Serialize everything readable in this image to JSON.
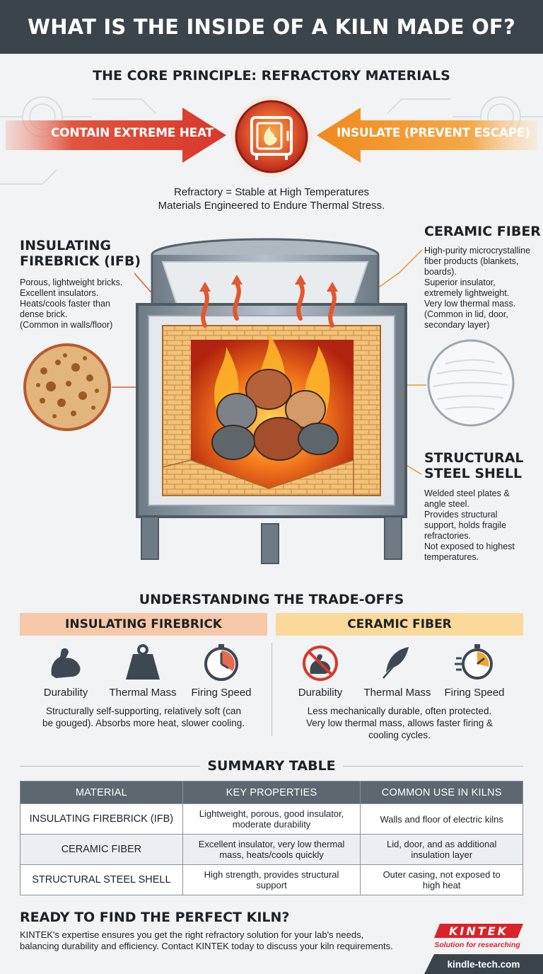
{
  "header": {
    "title": "WHAT IS THE INSIDE OF A KILN MADE OF?"
  },
  "principle": {
    "title": "THE CORE PRINCIPLE: REFRACTORY MATERIALS",
    "left_arrow": "CONTAIN EXTREME HEAT",
    "right_arrow": "INSULATE (PREVENT ESCAPE)",
    "line1": "Refractory = Stable at High Temperatures",
    "line2": "Materials Engineered to Endure Thermal Stress."
  },
  "callouts": {
    "ifb": {
      "title1": "INSULATING",
      "title2": "FIREBRICK (IFB)",
      "lines": [
        "Porous, lightweight bricks.",
        "Excellent insulators.",
        "Heats/cools faster than",
        "dense brick.",
        "(Common in walls/floor)"
      ]
    },
    "fiber": {
      "title": "CERAMIC FIBER",
      "lines": [
        "High-purity microcrystalline",
        "fiber products (blankets,",
        "boards).",
        "Superior insulator,",
        "extremely lightweight.",
        "Very low thermal mass.",
        "(Common in lid, door,",
        "secondary layer)"
      ]
    },
    "steel": {
      "title1": "STRUCTURAL",
      "title2": "STEEL SHELL",
      "lines": [
        "Welded steel plates &",
        "angle steel.",
        "Provides structural",
        "support, holds fragile",
        "refractories.",
        "Not exposed to highest",
        "temperatures."
      ]
    }
  },
  "tradeoffs": {
    "title": "UNDERSTANDING THE TRADE-OFFS",
    "ifb": {
      "heading": "INSULATING FIREBRICK",
      "labels": [
        "Durability",
        "Thermal Mass",
        "Firing Speed"
      ],
      "desc1": "Structurally self-supporting, relatively soft (can",
      "desc2": "be gouged). Absorbs more heat, slower cooling."
    },
    "fiber": {
      "heading": "CERAMIC FIBER",
      "labels": [
        "Durability",
        "Thermal Mass",
        "Firing Speed"
      ],
      "desc1": "Less mechanically durable, often protected.",
      "desc2": "Very low thermal mass, allows faster firing &",
      "desc3": "cooling cycles."
    }
  },
  "summary": {
    "title": "SUMMARY TABLE",
    "headers": [
      "MATERIAL",
      "KEY PROPERTIES",
      "COMMON USE IN KILNS"
    ],
    "rows": [
      {
        "material": "INSULATING FIREBRICK (IFB)",
        "props1": "Lightweight, porous, good insulator,",
        "props2": "moderate durability",
        "use1": "Walls and floor of electric kilns",
        "use2": ""
      },
      {
        "material": "CERAMIC FIBER",
        "props1": "Excellent insulator, very low thermal",
        "props2": "mass, heats/cools quickly",
        "use1": "Lid, door, and as additional",
        "use2": "insulation layer"
      },
      {
        "material": "STRUCTURAL STEEL SHELL",
        "props1": "High strength, provides structural",
        "props2": "support",
        "use1": "Outer casing, not exposed to",
        "use2": "high heat"
      }
    ]
  },
  "cta": {
    "title": "READY TO FIND THE PERFECT KILN?",
    "line1": "KINTEK's expertise ensures you get the right refractory solution for your lab's needs,",
    "line2": "balancing durability and efficiency. Contact KINTEK today to discuss your kiln requirements."
  },
  "brand": {
    "name": "KINTEK",
    "tagline": "Solution for researching",
    "url": "kindle-tech.com"
  },
  "colors": {
    "header": "#3b434b",
    "red": "#d8382a",
    "orange": "#f08a1c",
    "ifb_head": "#f7c8a8",
    "fiber_head": "#fbd99a",
    "table_head": "#5d6770"
  },
  "icons": [
    "kiln-fire-icon",
    "flexed-arm-icon",
    "weight-icon",
    "timer-icon",
    "crossed-arm-icon",
    "feather-icon",
    "fast-timer-icon"
  ]
}
